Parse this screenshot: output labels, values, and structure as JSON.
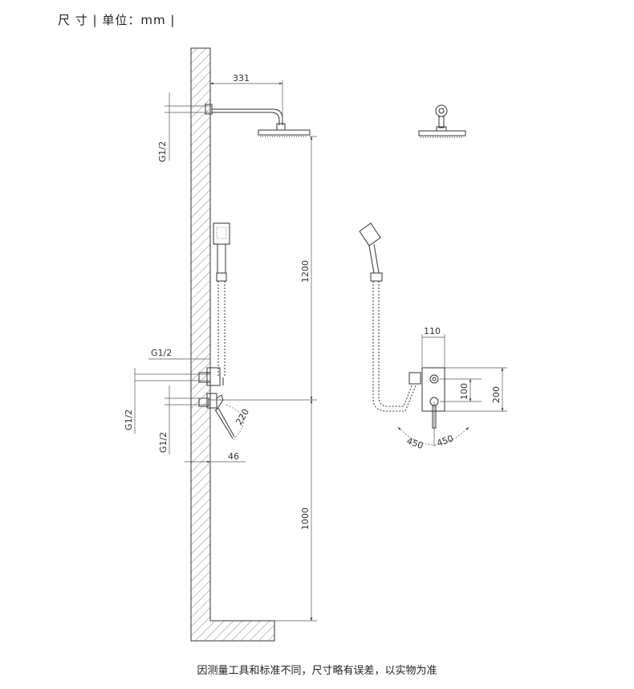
{
  "header": {
    "title": "尺 寸 | 单位：mm |"
  },
  "dimensions": {
    "arm_length": "331",
    "head_height": "1200",
    "valve_height": "1000",
    "thread_top": "G1/2",
    "thread_mid_left": "G1/2",
    "thread_mid_vertical": "G1/2",
    "thread_low": "G1/2",
    "handle_angle": "220",
    "projection": "46",
    "plate_width": "110",
    "plate_height": "200",
    "outlet_spacing": "100",
    "rotation_left": "450",
    "rotation_right": "450"
  },
  "footer": {
    "note": "因测量工具和标准不同，尺寸略有误差，以实物为准"
  }
}
